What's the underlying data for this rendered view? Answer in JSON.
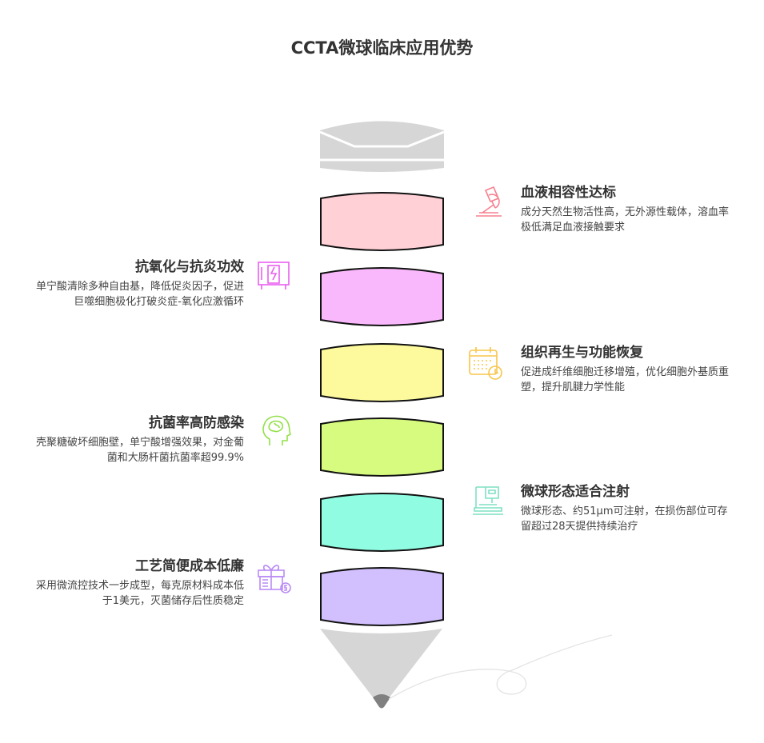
{
  "title": "CCTA微球临床应用优势",
  "segment_colors": [
    "#ffd0d6",
    "#f9b8fb",
    "#fdfa9e",
    "#d6fb7e",
    "#90fde2",
    "#d2c0fe"
  ],
  "items": [
    {
      "title": "血液相容性达标",
      "desc": "成分天然生物活性高，无外源性载体，溶血率极低满足血液接触要求",
      "icon": "microscope-icon",
      "color": "#f7808f",
      "side": "right"
    },
    {
      "title": "抗氧化与抗炎功效",
      "desc": "单宁酸清除多种自由基，降低促炎因子，促进巨噬细胞极化打破炎症-氧化应激循环",
      "icon": "generator-icon",
      "color": "#e95ef0",
      "side": "left"
    },
    {
      "title": "组织再生与功能恢复",
      "desc": "促进成纤维细胞迁移增殖，优化细胞外基质重塑，提升肌腱力学性能",
      "icon": "calendar-clock-icon",
      "color": "#f8c54a",
      "side": "right"
    },
    {
      "title": "抗菌率高防感染",
      "desc": "壳聚糖破坏细胞壁，单宁酸增强效果，对金葡菌和大肠杆菌抗菌率超99.9%",
      "icon": "brain-head-icon",
      "color": "#94e04a",
      "side": "left"
    },
    {
      "title": "微球形态适合注射",
      "desc": "微球形态、约51μm可注射，在损伤部位可存留超过28天提供持续治疗",
      "icon": "machine-icon",
      "color": "#7ee0c4",
      "side": "right"
    },
    {
      "title": "工艺简便成本低廉",
      "desc": "采用微流控技术一步成型，每克原材料成本低于1美元，灭菌储存后性质稳定",
      "icon": "gift-dollar-icon",
      "color": "#b98af5",
      "side": "left"
    }
  ]
}
